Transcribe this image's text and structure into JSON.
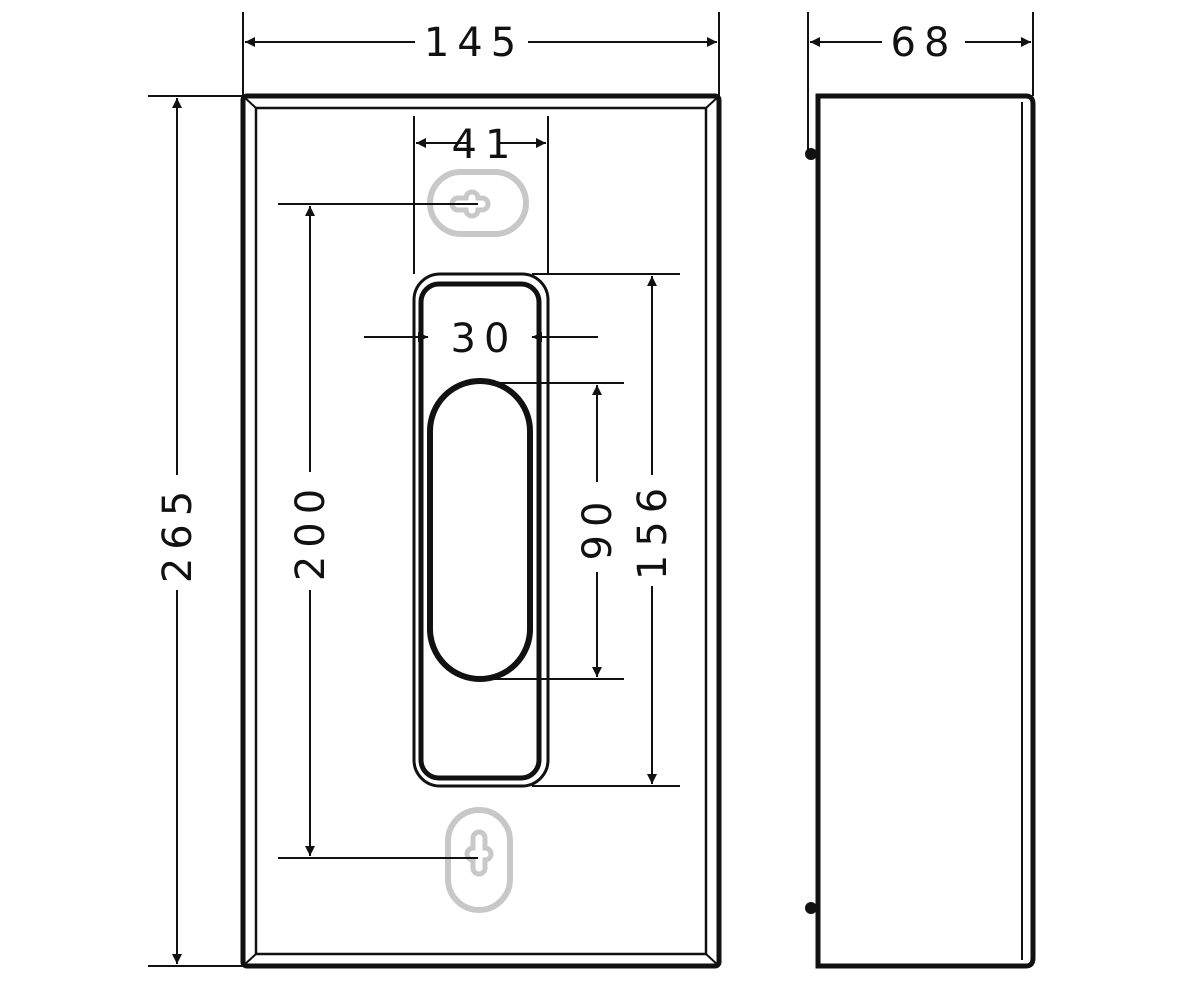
{
  "dimensions": {
    "width": "145",
    "depth": "68",
    "height": "265",
    "mount_hole_distance": "200",
    "opening_width": "41",
    "inner_opening_width": "30",
    "opening_height": "156",
    "inner_opening_height": "90"
  },
  "colors": {
    "line": "#111111",
    "hole": "#c8c8c8",
    "background": "#ffffff"
  }
}
